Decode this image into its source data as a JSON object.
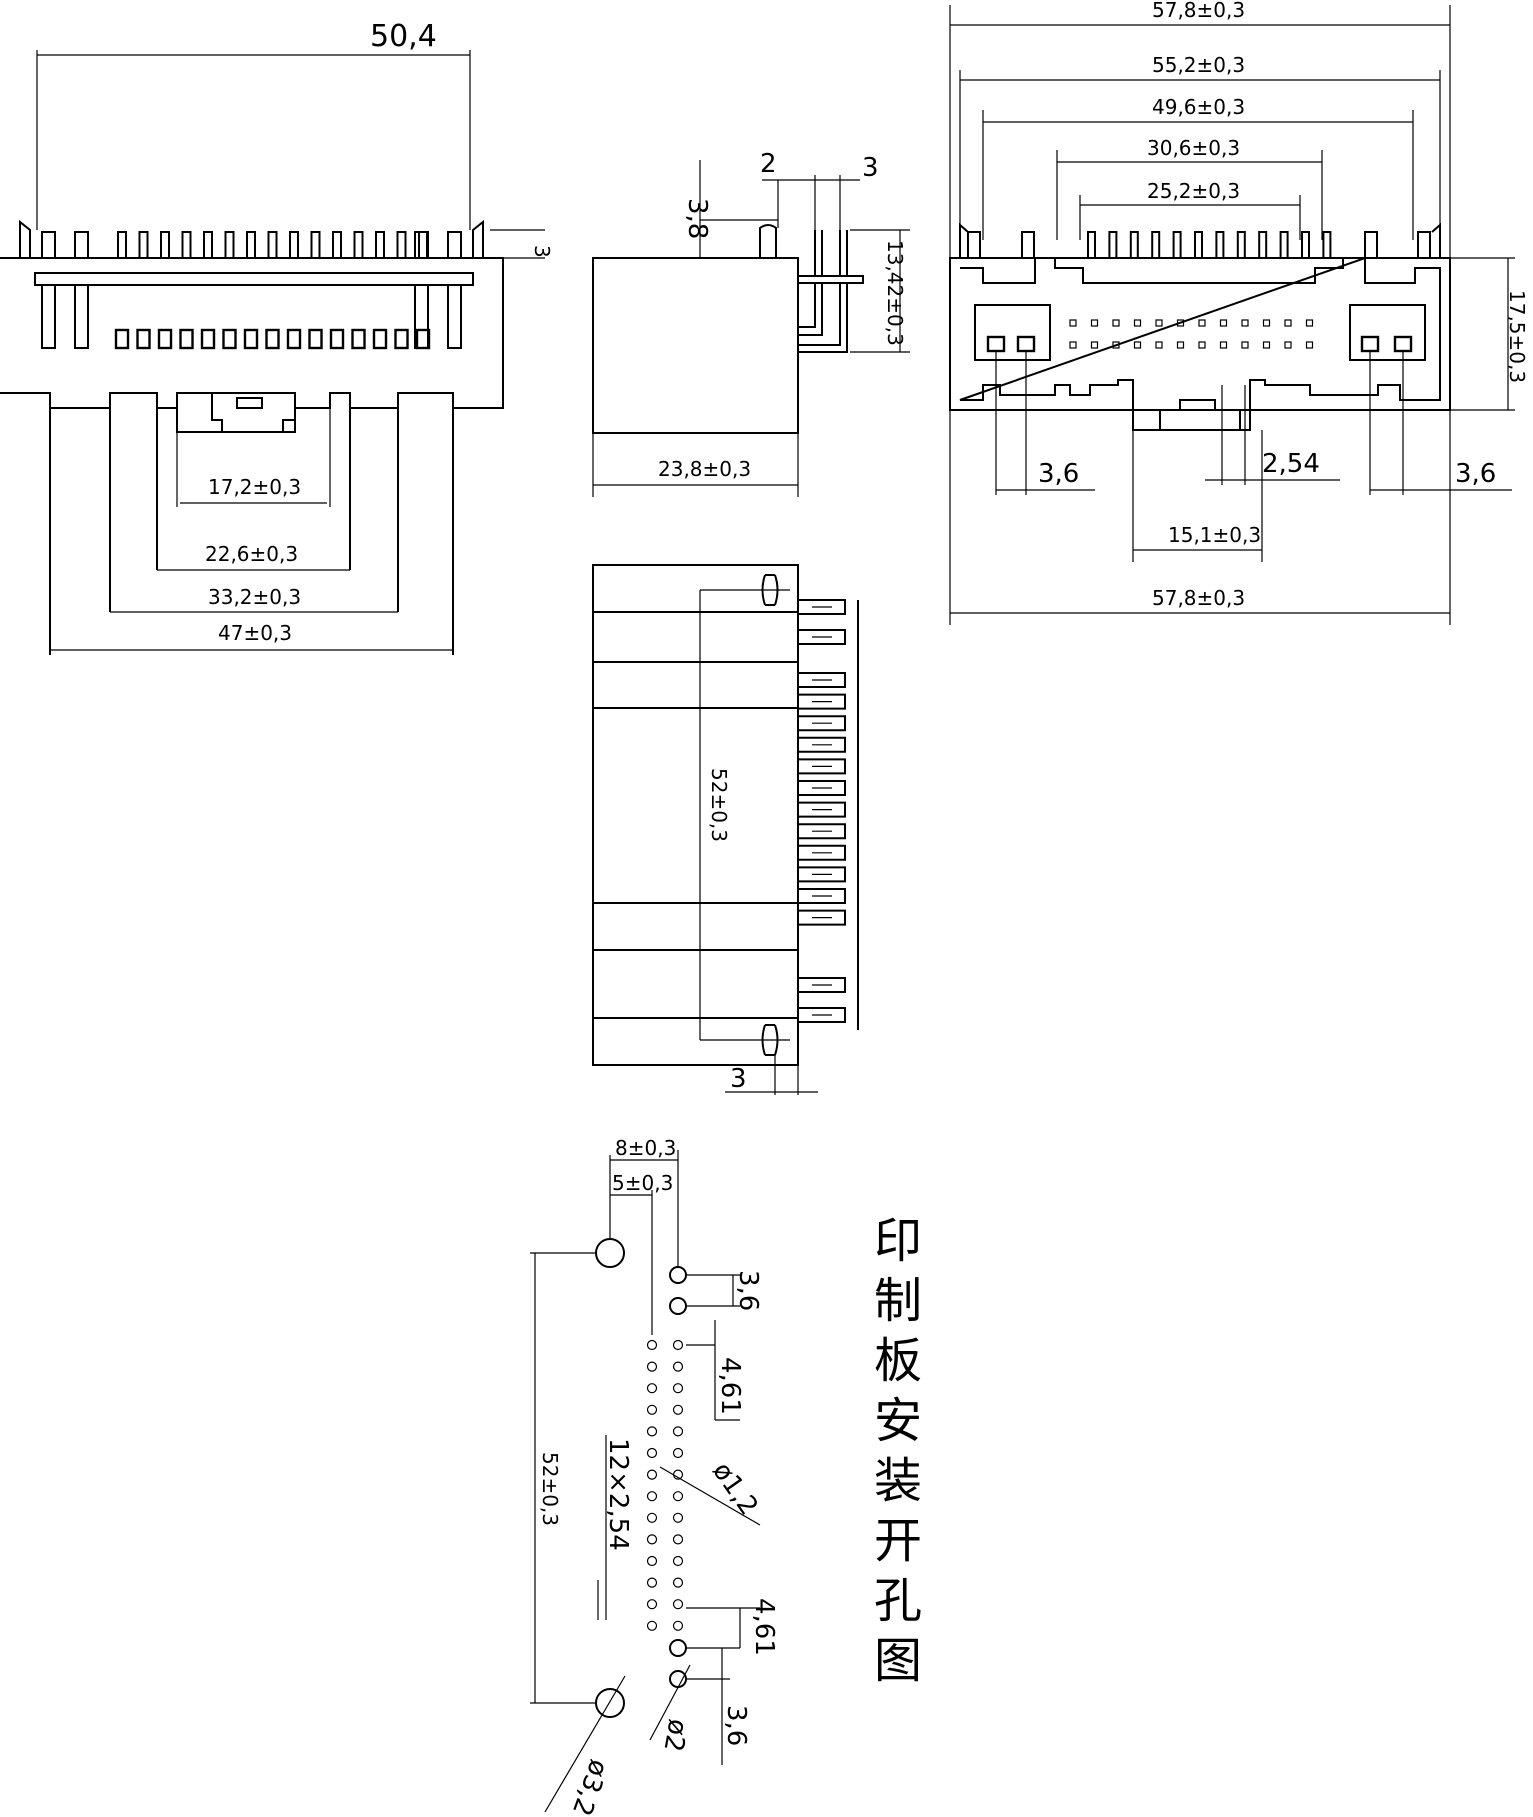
{
  "front_view": {
    "dims": {
      "top_width": "50,4",
      "pin_height": "3",
      "d1": "17,2±0,3",
      "d2": "22,6±0,3",
      "d3": "33,2±0,3",
      "d4": "47±0,3"
    }
  },
  "side_view": {
    "dims": {
      "d_3_8": "3,8",
      "d_2": "2",
      "d_3": "3",
      "height": "13,42±0,3",
      "width": "23,8±0,3"
    }
  },
  "right_view": {
    "dims": {
      "w1": "57,8±0,3",
      "w2": "55,2±0,3",
      "w3": "49,6±0,3",
      "w4": "30,6±0,3",
      "w5": "25,2±0,3",
      "height": "17,5±0,3",
      "pitch_left": "3,6",
      "pitch_mid": "2,54",
      "pitch_right": "3,6",
      "key": "15,1±0,3",
      "bottom": "57,8±0,3"
    }
  },
  "top_view": {
    "dims": {
      "length": "52±0,3",
      "offset": "3"
    }
  },
  "pcb_layout": {
    "title": "印制板安装开孔图",
    "dims": {
      "d_8": "8±0,3",
      "d_5": "5±0,3",
      "d_3_6_top": "3,6",
      "d_4_61_top": "4,61",
      "pitch": "12×2,54",
      "hole": "ø1,2",
      "length": "52±0,3",
      "d_4_61_bot": "4,61",
      "d_3_6_bot": "3,6",
      "hole_2": "ø2",
      "hole_3": "ø3,2"
    }
  }
}
